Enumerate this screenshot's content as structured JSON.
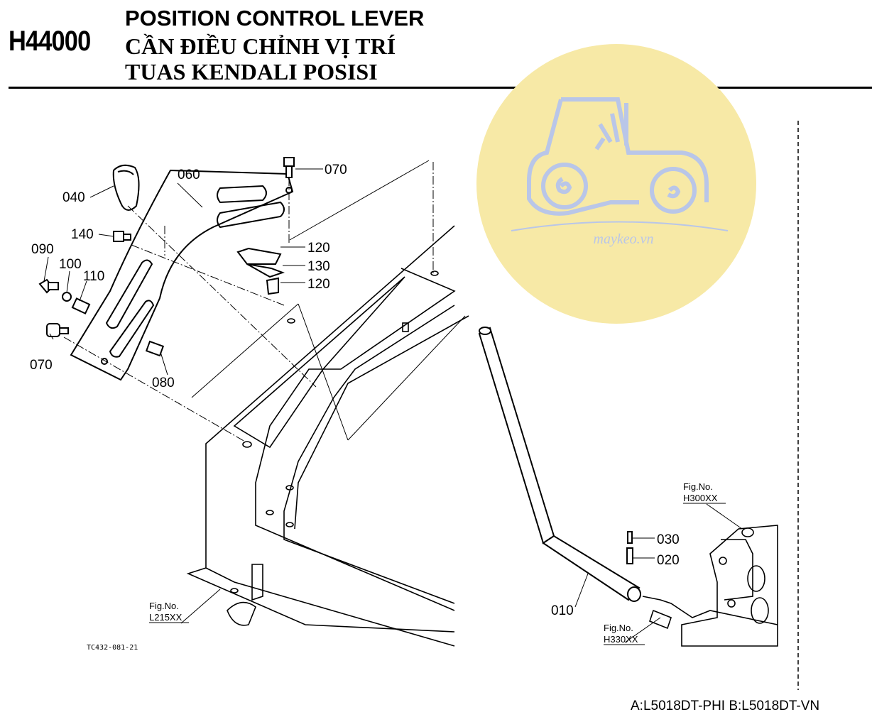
{
  "header": {
    "code": "H44000",
    "title_en": "POSITION CONTROL LEVER",
    "title_vi": "CẦN ĐIỀU CHỈNH VỊ TRÍ",
    "title_id": "TUAS KENDALI POSISI"
  },
  "watermark": {
    "text": "maykeo.vn",
    "icon": "tractor-icon",
    "color": "#f7e9a6"
  },
  "parts": {
    "p010": "010",
    "p020": "020",
    "p030": "030",
    "p040": "040",
    "p060": "060",
    "p070a": "070",
    "p070b": "070",
    "p080": "080",
    "p090": "090",
    "p100": "100",
    "p110": "110",
    "p120a": "120",
    "p120b": "120",
    "p130": "130",
    "p140": "140"
  },
  "refs": {
    "fig_label": "Fig.No.",
    "r1": "L215XX",
    "r2": "H330XX",
    "r3": "H300XX"
  },
  "drawing_code": "TC432-081-21",
  "footer": {
    "models": "A:L5018DT-PHI B:L5018DT-VN"
  }
}
